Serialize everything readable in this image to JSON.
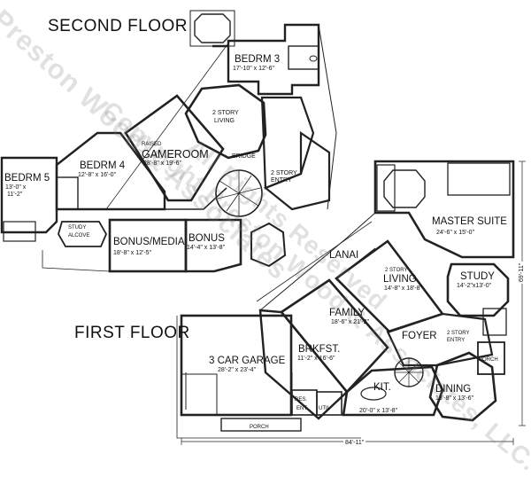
{
  "titles": {
    "second_floor": "SECOND FLOOR",
    "first_floor": "FIRST FLOOR"
  },
  "second_floor": {
    "bedrm3": {
      "name": "BEDRM 3",
      "dim": "17'-10\" x 12'-6\""
    },
    "living": {
      "line1": "2 STORY",
      "line2": "LIVING"
    },
    "gameroom": {
      "prefix": "RAISED",
      "name": "GAMEROOM",
      "dim": "28'-8\" x 19'-6\""
    },
    "bedrm4": {
      "name": "BEDRM 4",
      "dim": "12'-8\" x 16'-0\""
    },
    "bedrm5": {
      "name": "BEDRM 5",
      "dim1": "13'-0\" x",
      "dim2": "11'-2\""
    },
    "bridge": "BRIDGE",
    "entry": {
      "line1": "2 STORY",
      "line2": "ENTRY"
    },
    "study_alcove": {
      "line1": "STUDY",
      "line2": "ALCOVE"
    },
    "bonus_media": {
      "name": "BONUS/MEDIA",
      "dim": "18'-8\" x 12'-5\""
    },
    "bonus": {
      "name": "BONUS",
      "dim": "14'-4\" x 13'-8\""
    }
  },
  "first_floor": {
    "master_suite": {
      "name": "MASTER SUITE",
      "dim": "24'-6\" x 15'-0\""
    },
    "lanai": "LANAI",
    "living": {
      "prefix": "2 STORY",
      "name": "LIVING",
      "dim": "14'-8\" x 18'-8\""
    },
    "study": {
      "name": "STUDY",
      "dim": "14'-2\"x13'-0\""
    },
    "family": {
      "name": "FAMILY",
      "dim": "18'-6\" x 21'-2\""
    },
    "foyer": "FOYER",
    "entry": {
      "line1": "2 STORY",
      "line2": "ENTRY"
    },
    "brkfst": {
      "name": "BRKFST.",
      "dim": "11'-2\" x 16'-6\""
    },
    "garage": {
      "name": "3 CAR GARAGE",
      "dim": "28'-2\" x 23'-4\""
    },
    "kit": {
      "name": "KIT.",
      "dim": "20'-0\" x 13'-8\""
    },
    "dining": {
      "name": "DINING",
      "dim": "13'-8\" x 13'-6\""
    },
    "porch_side": "PORCH",
    "porch_front": "PORCH",
    "res": "RES.",
    "ent": "ENT",
    "util": "UTIL",
    "width_dim": "84'-11\"",
    "depth_dim": "69'-11\""
  },
  "watermark": {
    "line1": "Preston Wood & Associates",
    "line2": "Copyright Preston Wood & Associates, LLC.",
    "line3": "All Rights Reserved"
  }
}
